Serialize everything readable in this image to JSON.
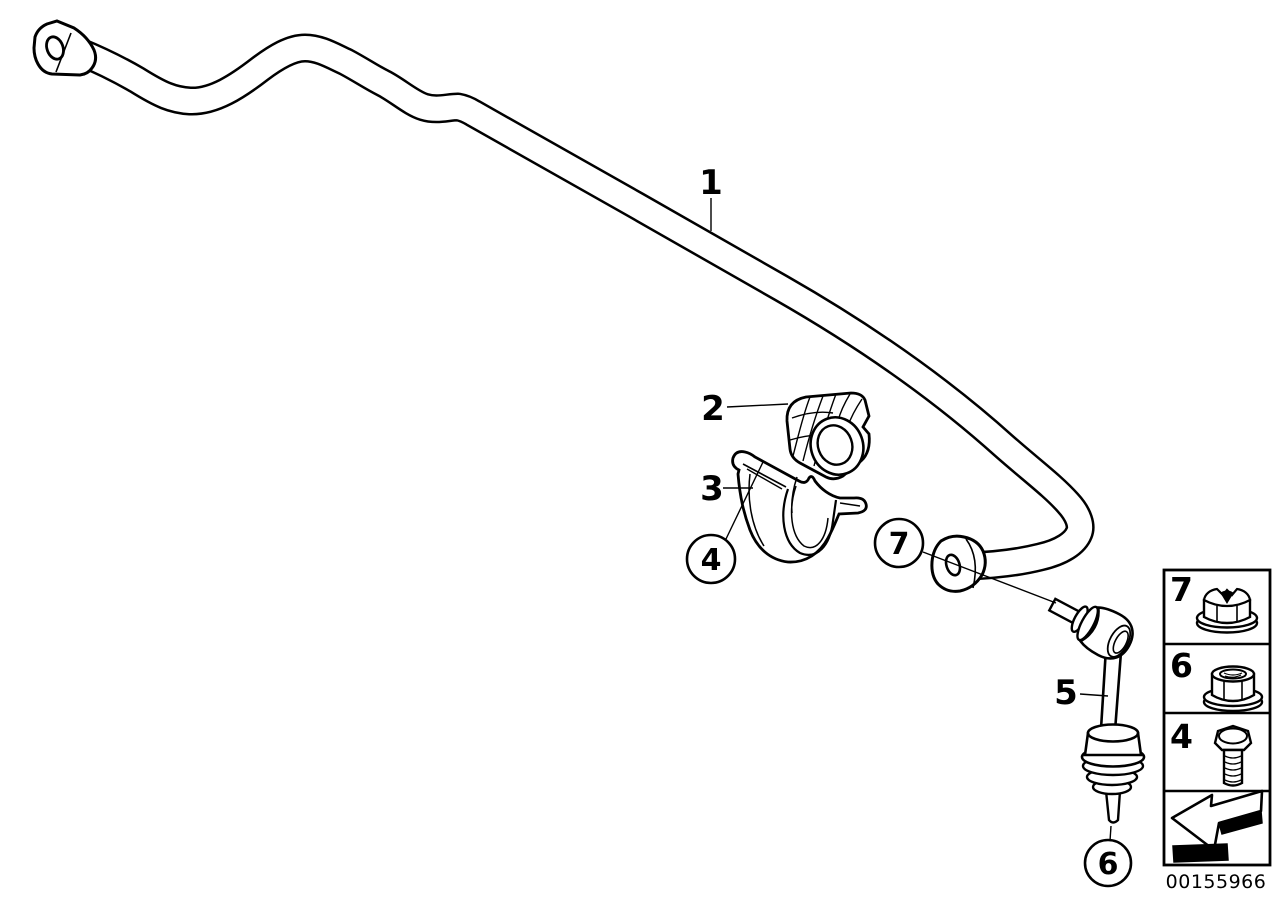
{
  "diagram": {
    "kind": "stabilizer-bar-parts-diagram",
    "drawing_number": "00155966"
  },
  "colors": {
    "line": "#000000",
    "background": "#ffffff"
  },
  "callouts": {
    "c1": "1",
    "c2": "2",
    "c3": "3",
    "c4": "4",
    "c5": "5",
    "c6": "6",
    "c7": "7"
  },
  "legend": {
    "rows": [
      {
        "label": "7",
        "icon": "lock-nut-icon"
      },
      {
        "label": "6",
        "icon": "flange-nut-icon"
      },
      {
        "label": "4",
        "icon": "hex-bolt-icon"
      },
      {
        "label": "",
        "icon": "direction-of-travel-arrow-icon"
      }
    ]
  }
}
